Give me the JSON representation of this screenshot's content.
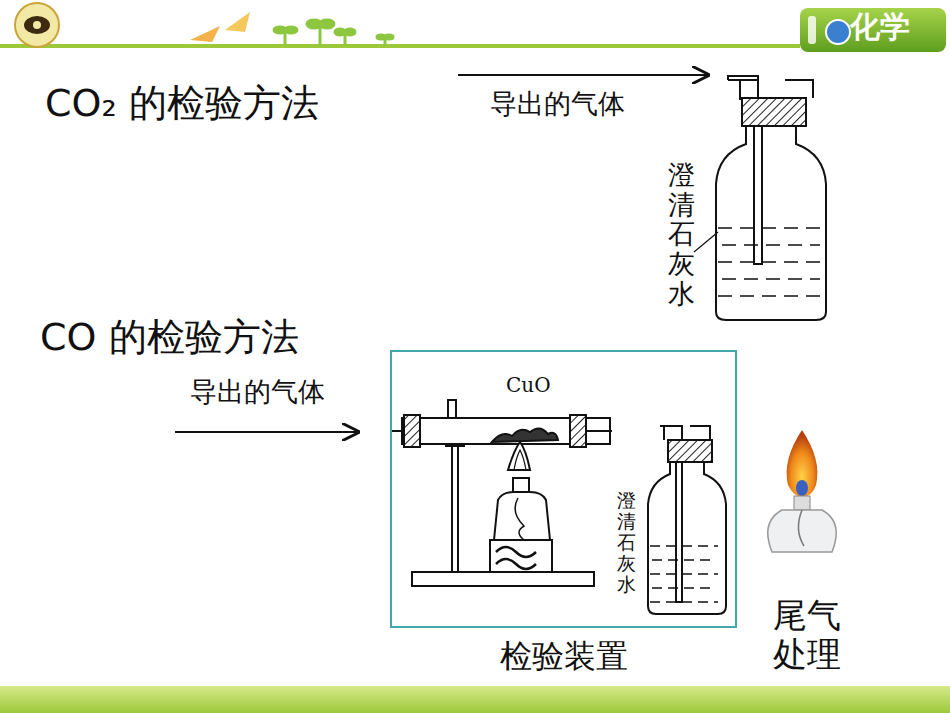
{
  "diagram": {
    "nodes": [
      {
        "text": [
          "检验装置"
        ]
      }
    ],
    "labels": [
      "化学",
      "CO₂ 的检验方法",
      "导出的气体",
      "澄清石灰水",
      "CO 的检验方法",
      "导出的气体",
      "CuO",
      "澄清石灰水",
      "尾气 处理"
    ]
  }
}
